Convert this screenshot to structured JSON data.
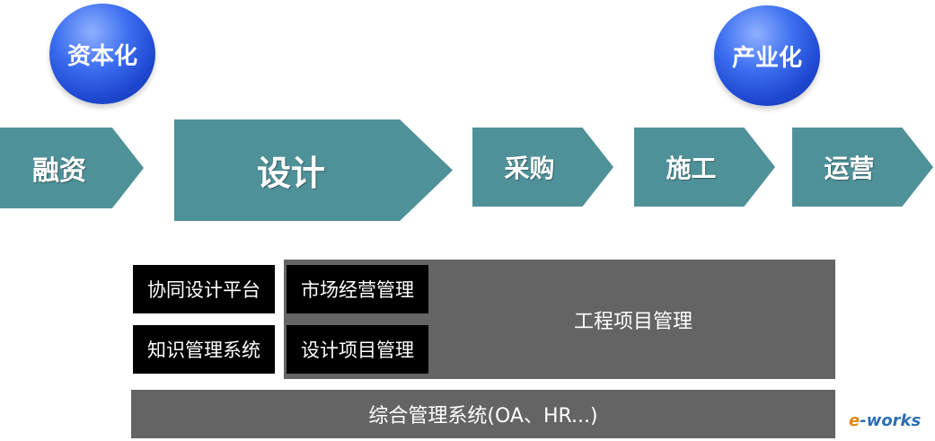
{
  "circles": {
    "left": "资本化",
    "right": "产业化"
  },
  "stages": [
    "融资",
    "设计",
    "采购",
    "施工",
    "运营"
  ],
  "systems": {
    "collab_platform": "协同设计平台",
    "knowledge_mgmt": "知识管理系统",
    "market_mgmt": "市场经营管理",
    "design_project_mgmt": "设计项目管理",
    "engineering_project_mgmt": "工程项目管理",
    "integrated_mgmt": "综合管理系统(OA、HR...)"
  },
  "watermark": {
    "prefix": "e",
    "suffix": "-works"
  },
  "colors": {
    "arrow": "#4f9199",
    "circle": "#2d5be0",
    "black_box": "#000000",
    "grey_box": "#646464",
    "logo_blue": "#2b6fb3",
    "logo_orange": "#e08a17"
  }
}
